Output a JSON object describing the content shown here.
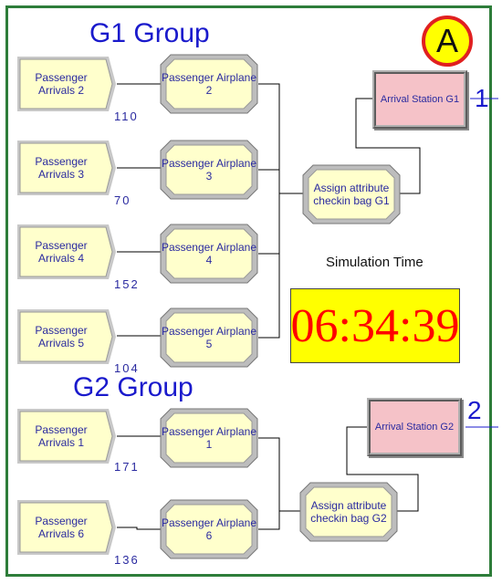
{
  "badge": {
    "label": "A"
  },
  "groups": {
    "g1_title": "G1 Group",
    "g2_title": "G2 Group"
  },
  "creates": [
    {
      "id": "arr2",
      "label": "Passenger Arrivals 2",
      "count": "110"
    },
    {
      "id": "arr3",
      "label": "Passenger Arrivals 3",
      "count": "70"
    },
    {
      "id": "arr4",
      "label": "Passenger Arrivals 4",
      "count": "152"
    },
    {
      "id": "arr5",
      "label": "Passenger Arrivals 5",
      "count": "104"
    },
    {
      "id": "arr1",
      "label": "Passenger Arrivals 1",
      "count": "171"
    },
    {
      "id": "arr6",
      "label": "Passenger Arrivals 6",
      "count": "136"
    }
  ],
  "processes": [
    {
      "id": "air2",
      "label": "Passenger Airplane 2"
    },
    {
      "id": "air3",
      "label": "Passenger Airplane 3"
    },
    {
      "id": "air4",
      "label": "Passenger Airplane 4"
    },
    {
      "id": "air5",
      "label": "Passenger Airplane 5"
    },
    {
      "id": "air1",
      "label": "Passenger Airplane 1"
    },
    {
      "id": "air6",
      "label": "Passenger Airplane 6"
    }
  ],
  "assigns": [
    {
      "id": "asg1",
      "label": "Assign attribute checkin bag G1"
    },
    {
      "id": "asg2",
      "label": "Assign attribute checkin bag G2"
    }
  ],
  "stations": [
    {
      "id": "st1",
      "label": "Arrival Station G1",
      "number": "1"
    },
    {
      "id": "st2",
      "label": "Arrival Station G2",
      "number": "2"
    }
  ],
  "simulation": {
    "label": "Simulation Time",
    "time": "06:34:39"
  },
  "colors": {
    "module_fill": "#ffffcc",
    "station_fill": "#f5c2c8",
    "clock_bg": "#ffff00",
    "clock_text": "#ff0000",
    "title_blue": "#1a1acc",
    "frame_green": "#2e7d3a"
  }
}
